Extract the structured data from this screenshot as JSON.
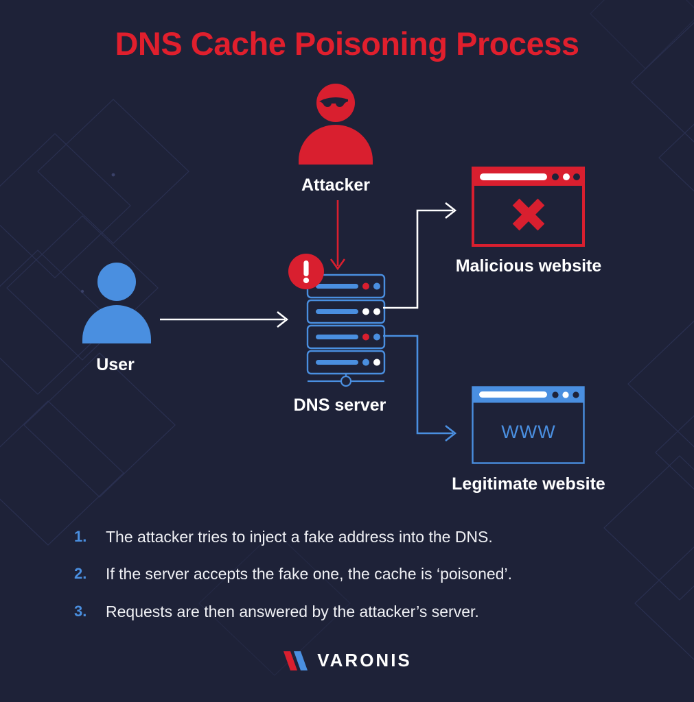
{
  "page": {
    "title": "DNS Cache Poisoning Process",
    "background_color": "#1e2238",
    "accent_red": "#d91f2f",
    "accent_blue": "#4a8fe0",
    "text_color": "#ffffff"
  },
  "diagram": {
    "attacker": {
      "label": "Attacker",
      "icon": "attacker-masked-person-icon",
      "color": "#d91f2f"
    },
    "user": {
      "label": "User",
      "icon": "user-person-icon",
      "color": "#4a8fe0"
    },
    "dns_server": {
      "label": "DNS server",
      "icon": "server-rack-icon",
      "color": "#4a8fe0",
      "alert_badge": {
        "icon": "alert-exclamation-icon",
        "glyph": "!",
        "color": "#d91f2f"
      },
      "rack_units": [
        {
          "dot_left": "#d91f2f",
          "dot_right": "#4a8fe0"
        },
        {
          "dot_left": "#ffffff",
          "dot_right": "#ffffff"
        },
        {
          "dot_left": "#d91f2f",
          "dot_right": "#4a8fe0"
        },
        {
          "dot_left": "#4a8fe0",
          "dot_right": "#ffffff"
        }
      ]
    },
    "malicious_website": {
      "label": "Malicious website",
      "icon": "browser-window-error-icon",
      "frame_color": "#d91f2f",
      "content_glyph": "x-mark",
      "titlebar_dots": [
        "#1e2238",
        "#ffffff",
        "#1e2238"
      ]
    },
    "legitimate_website": {
      "label": "Legitimate website",
      "icon": "browser-window-www-icon",
      "frame_color": "#4a8fe0",
      "content_text": "WWW",
      "titlebar_dots": [
        "#1e2238",
        "#ffffff",
        "#1e2238"
      ]
    },
    "connectors": [
      {
        "name": "user-to-dns-arrow",
        "color": "#ffffff",
        "from": "user",
        "to": "dns_server"
      },
      {
        "name": "attacker-to-dns-arrow",
        "color": "#d91f2f",
        "from": "attacker",
        "to": "dns_server"
      },
      {
        "name": "dns-to-malicious-arrow",
        "color": "#ffffff",
        "from": "dns_server",
        "to": "malicious_website"
      },
      {
        "name": "dns-to-legitimate-arrow",
        "color": "#4a8fe0",
        "from": "dns_server",
        "to": "legitimate_website"
      }
    ]
  },
  "steps": [
    {
      "number": "1.",
      "text": "The attacker tries to inject a fake address into the DNS."
    },
    {
      "number": "2.",
      "text": "If the server accepts the fake one, the cache is ‘poisoned’."
    },
    {
      "number": "3.",
      "text": "Requests are then answered by the attacker’s server."
    }
  ],
  "footer": {
    "brand": "VARONIS",
    "logo_icon": "varonis-chevron-logo",
    "logo_colors": [
      "#d91f2f",
      "#4a8fe0"
    ]
  }
}
